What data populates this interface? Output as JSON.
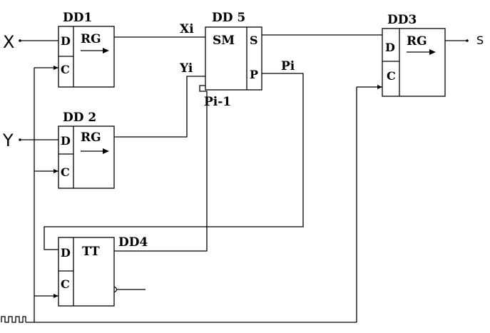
{
  "inputs": {
    "x": "X",
    "y": "Y"
  },
  "output": {
    "s": "S"
  },
  "blocks": {
    "dd1": {
      "name": "DD1",
      "type": "RG",
      "pin_d": "D",
      "pin_c": "C"
    },
    "dd2": {
      "name": "DD 2",
      "type": "RG",
      "pin_d": "D",
      "pin_c": "C"
    },
    "dd3": {
      "name": "DD3",
      "type": "RG",
      "pin_d": "D",
      "pin_c": "C"
    },
    "dd4": {
      "name": "DD4",
      "type": "TT",
      "pin_d": "D",
      "pin_c": "C"
    },
    "dd5": {
      "name": "DD 5",
      "type": "SM",
      "pin_s": "S",
      "pin_p": "P"
    }
  },
  "signals": {
    "xi": "Xi",
    "yi": "Yi",
    "pi": "Pi",
    "pi_prev": "Pi-1"
  }
}
